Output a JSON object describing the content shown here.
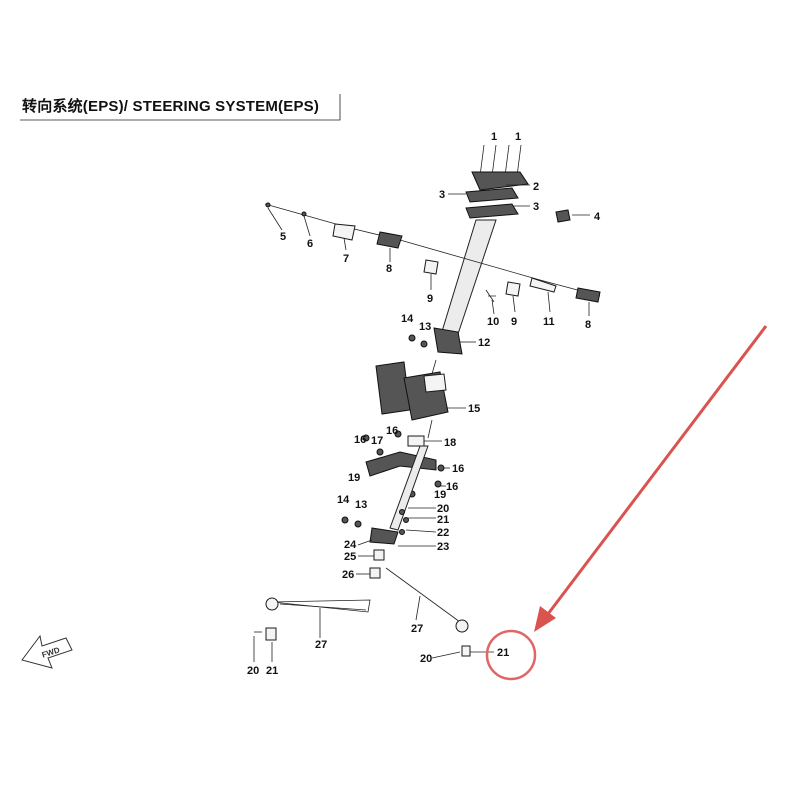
{
  "title": "转向系统(EPS)/ STEERING SYSTEM(EPS)",
  "direction_label": "FWD",
  "highlight_color": "#d9534f",
  "accent_color": "#e06666",
  "callouts": [
    "1",
    "1",
    "2",
    "3",
    "3",
    "4",
    "5",
    "6",
    "7",
    "8",
    "9",
    "10",
    "9",
    "11",
    "8",
    "14",
    "13",
    "12",
    "15",
    "16",
    "17",
    "18",
    "16",
    "19",
    "16",
    "19",
    "14",
    "13",
    "20",
    "21",
    "22",
    "23",
    "24",
    "25",
    "26",
    "27",
    "27",
    "20",
    "21",
    "20",
    "21"
  ]
}
